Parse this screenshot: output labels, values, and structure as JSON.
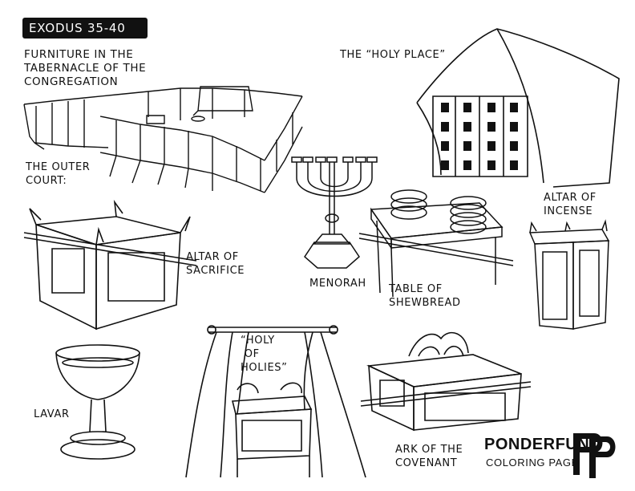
{
  "title_badge": "EXODUS 35-40",
  "heading": "FURNITURE IN THE\nTABERNACLE OF THE\nCONGREGATION",
  "labels": {
    "outer_court": "THE OUTER\nCOURT:",
    "holy_place": "THE “HOLY PLACE”",
    "altar_of_sacrifice": "ALTAR OF\nSACRIFICE",
    "menorah": "MENORAH",
    "table_of_shewbread": "TABLE OF\nSHEWBREAD",
    "altar_of_incense": "ALTAR OF\nINCENSE",
    "lavar": "LAVAR",
    "holy_of_holies": "“HOLY\n OF\nHOLIES”",
    "ark_of_covenant": "ARK OF THE\nCOVENANT"
  },
  "brand": {
    "name": "PONDERFUN",
    "subtitle": "COLORING PAGE",
    "logo_letters": "PP"
  },
  "colors": {
    "ink": "#111111",
    "paper": "#ffffff"
  }
}
